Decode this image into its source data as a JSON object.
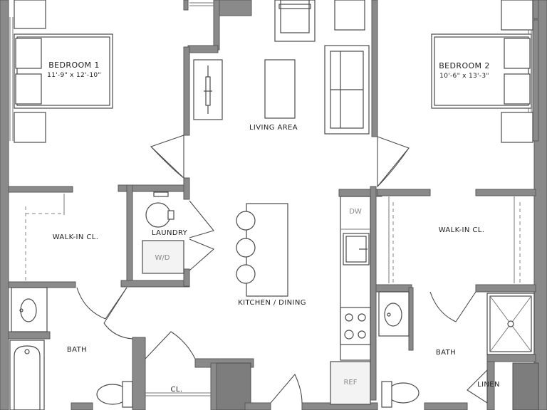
{
  "rooms": {
    "bedroom1": {
      "name": "BEDROOM 1",
      "size": "11'-9\" x 12'-10\""
    },
    "bedroom2": {
      "name": "BEDROOM 2",
      "size": "10'-6\" x 13'-3\""
    },
    "living": {
      "name": "LIVING AREA"
    },
    "laundry": {
      "name": "LAUNDRY"
    },
    "walkin1": {
      "name": "WALK-IN CL."
    },
    "walkin2": {
      "name": "WALK-IN CL."
    },
    "kitchen": {
      "name": "KITCHEN / DINING"
    },
    "bath1": {
      "name": "BATH"
    },
    "bath2": {
      "name": "BATH"
    },
    "closet": {
      "name": "CL."
    },
    "linen": {
      "name": "LINEN"
    }
  },
  "appliances": {
    "washer_dryer": "W/D",
    "dishwasher": "DW",
    "refrigerator": "REF"
  },
  "colors": {
    "wall": "#8a8a8a",
    "line": "#4a4a4a",
    "background": "#ffffff"
  }
}
